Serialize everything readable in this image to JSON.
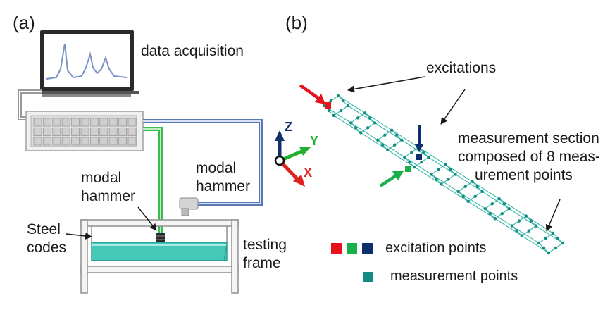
{
  "panel_a": {
    "label": "(a)",
    "data_acquisition": "data acquisition",
    "modal_hammer_left": [
      "modal",
      "hammer"
    ],
    "modal_hammer_right": [
      "modal",
      "hammer"
    ],
    "steel_codes": [
      "Steel",
      "codes"
    ],
    "testing_frame": [
      "testing",
      "frame"
    ]
  },
  "panel_b": {
    "label": "(b)",
    "excitations": "excitations",
    "measurement_section": [
      "measurement section",
      "composed of 8 meas-",
      "urement points"
    ],
    "axes": {
      "z": "Z",
      "y": "Y",
      "x": "X"
    },
    "legend": {
      "excitation_points": "excitation points",
      "measurement_points": "measurement points",
      "excitation_colors": [
        "#e8121c",
        "#18b04a",
        "#0d2f6e"
      ],
      "measurement_color": "#148c84"
    }
  },
  "colors": {
    "cable_gray": "#9a9a9a",
    "cable_green": "#3cbc50",
    "cable_blue": "#5a78b8",
    "beam": "#45c8b8",
    "beam_line": "#2a9c90",
    "mesh": "#38b8a8",
    "z_axis": "#12306a",
    "y_axis": "#22b030",
    "x_axis": "#e0201e"
  }
}
